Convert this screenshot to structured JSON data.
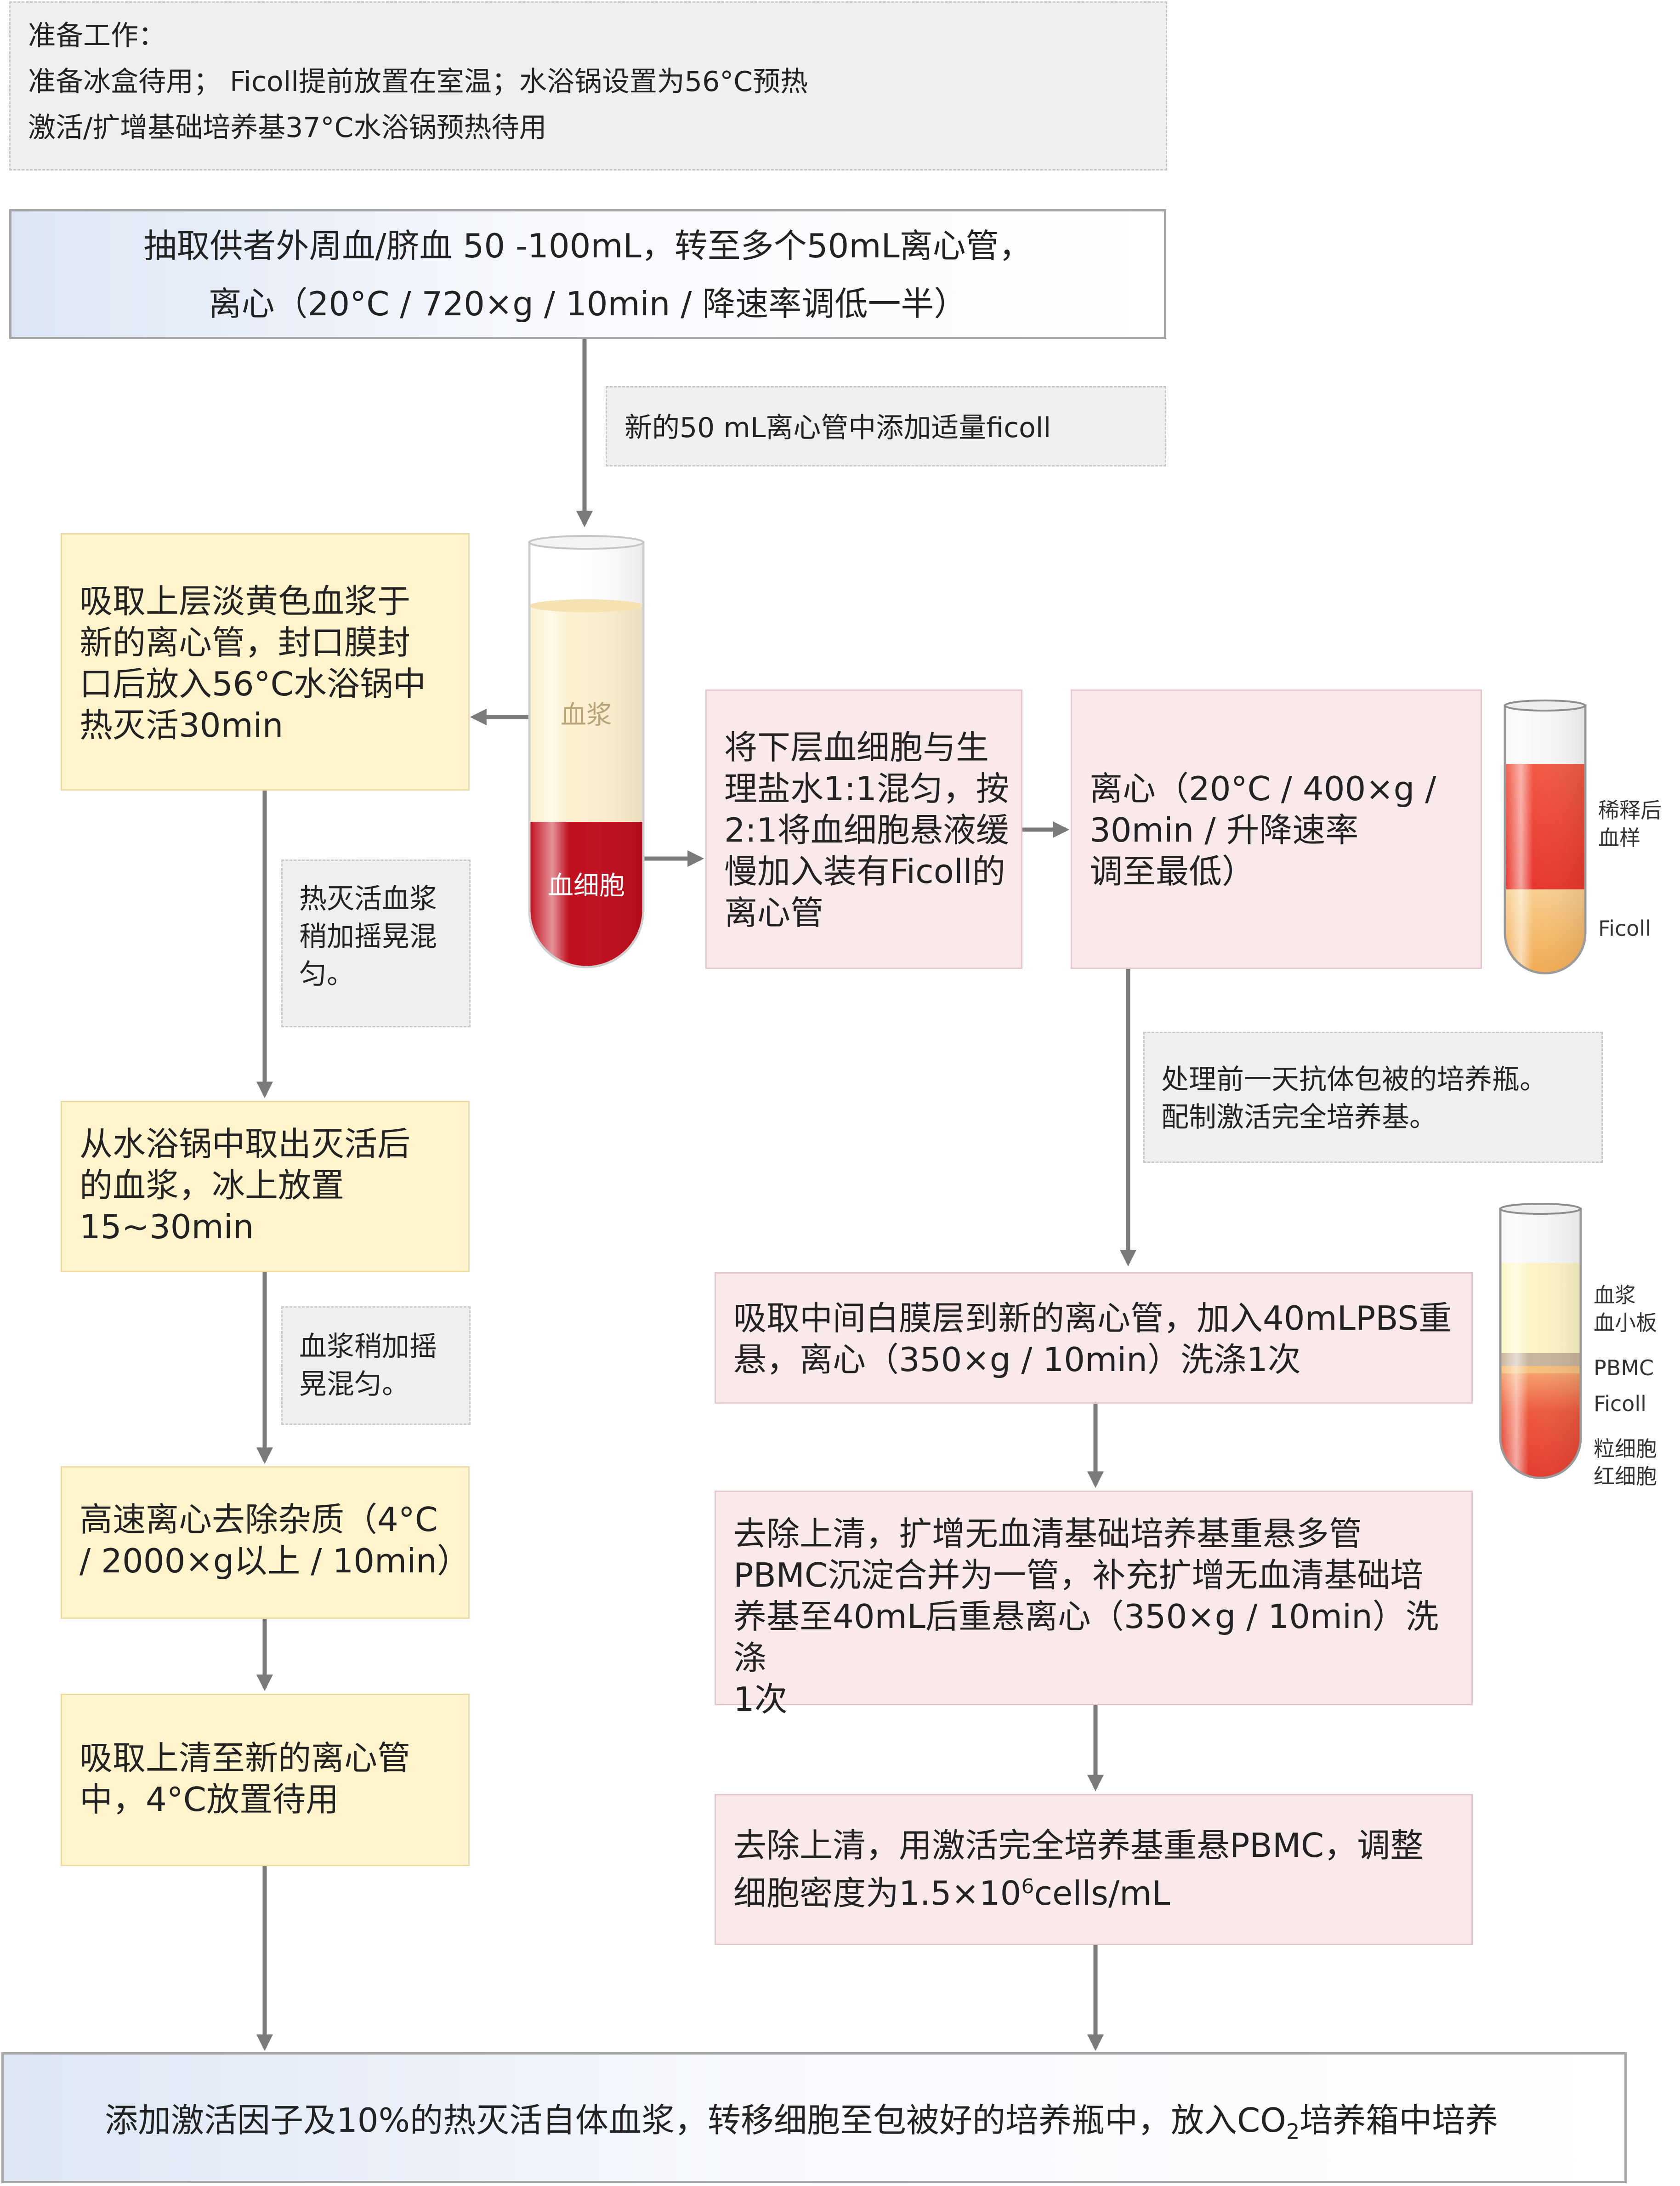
{
  "prep": {
    "title": "准备工作：",
    "line1": "准备冰盒待用； Ficoll提前放置在室温；水浴锅设置为56°C预热",
    "line2": "激活/扩增基础培养基37°C水浴锅预热待用"
  },
  "top_step": "抽取供者外周血/脐血 50 -100mL，转至多个50mL离心管，\n离心（20°C / 720×g / 10min / 降速率调低一半）",
  "ficoll_note": "新的50 mL离心管中添加适量ficoll",
  "tube1": {
    "top_label": "血浆",
    "bottom_label": "血细胞"
  },
  "left": {
    "step1": "吸取上层淡黄色血浆于\n新的离心管，封口膜封\n口后放入56°C水浴锅中\n热灭活30min",
    "note1": "热灭活血浆\n稍加摇晃混\n匀。",
    "step2": "从水浴锅中取出灭活后\n的血浆，冰上放置\n15~30min",
    "note2": "血浆稍加摇\n晃混匀。",
    "step3": "高速离心去除杂质（4°C\n/ 2000×g以上 / 10min）",
    "step4": "吸取上清至新的离心管\n中，4°C放置待用"
  },
  "right": {
    "mix": "将下层血细胞与生\n理盐水1:1混匀，按\n2:1将血细胞悬液缓\n慢加入装有Ficoll的\n离心管",
    "spin": "离心（20°C / 400×g /\n30min / 升降速率\n调至最低）",
    "note": "处理前一天抗体包被的培养瓶。\n配制激活完全培养基。",
    "buffy": "吸取中间白膜层到新的离心管，加入40mLPBS重\n悬，离心（350×g / 10min）洗涤1次",
    "resus": "去除上清，扩增无血清基础培养基重悬多管\nPBMC沉淀合并为一管，补充扩增无血清基础培\n养基至40mL后重悬离心（350×g / 10min）洗涤\n1次",
    "final_a": "去除上清，用激活完全培养基重悬PBMC，调整",
    "final_b_pre": "细胞密度为1.5×10",
    "final_b_sup": "6",
    "final_b_post": "cells/mL"
  },
  "tube2": {
    "label_top": "稀释后\n血样",
    "label_bottom": "Ficoll"
  },
  "tube3": {
    "l1": "血浆\n血小板",
    "l2": "PBMC",
    "l3": "Ficoll",
    "l4": "粒细胞\n红细胞"
  },
  "bottom": {
    "pre": "添加激活因子及10%的热灭活自体血浆，转移细胞至包被好的培养瓶中，放入CO",
    "sub": "2",
    "post": "培养箱中培养"
  },
  "colors": {
    "plasma": "#fdf0cf",
    "blood": "#c10e1d",
    "diluted": "#ef4a3c",
    "ficoll": "#f6c07c",
    "arrow": "#7a7a7a"
  }
}
